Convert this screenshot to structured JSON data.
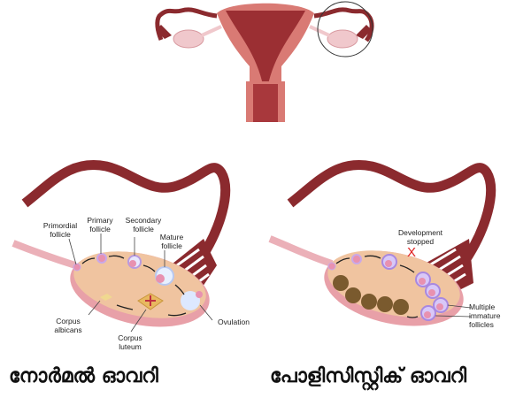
{
  "top_diagram": {
    "name": "uterus-and-ovaries",
    "highlight": "circle-around-right-ovary"
  },
  "normal_ovary": {
    "labels": {
      "primordial": "Primordial\nfollicle",
      "primary": "Primary\nfollicle",
      "secondary": "Secondary\nfollicle",
      "mature": "Mature\nfollicle",
      "ovulation": "Ovulation",
      "corpus_albicans": "Corpus\nalbicans",
      "corpus_luteum": "Corpus\nluteum"
    },
    "caption": "നോർമൽ ഓവറി"
  },
  "pcos_ovary": {
    "labels": {
      "development_stopped": "Development\nstopped",
      "stop_mark": "X",
      "multiple_immature": "Multiple\nimmature\nfollicles"
    },
    "caption": "പോളിസിസ്റ്റിക് ഓവറി"
  },
  "colors": {
    "tube": "#8b2a2e",
    "uterus": "#d97a74",
    "ovary": "#f0c4a0",
    "ovary_edge": "#e8a0a8",
    "follicle": "#c9a8e8",
    "cyst": "#7a5a2e",
    "stop": "#e02020"
  }
}
